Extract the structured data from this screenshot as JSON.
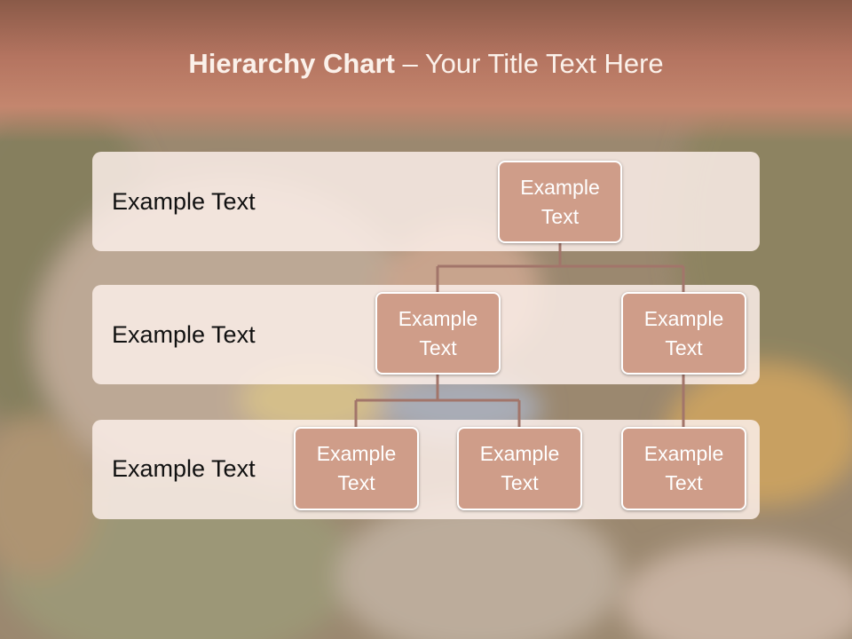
{
  "slide": {
    "title_bold": "Hierarchy Chart",
    "title_sep": " – ",
    "title_rest": "Your Title Text Here"
  },
  "levels": [
    {
      "label": "Example Text"
    },
    {
      "label": "Example Text"
    },
    {
      "label": "Example Text"
    }
  ],
  "nodes": {
    "root": "Example Text",
    "left": "Example Text",
    "right": "Example Text",
    "left_child_1": "Example Text",
    "left_child_2": "Example Text",
    "right_child_1": "Example Text"
  },
  "colors": {
    "header": "#b47460",
    "band": "#faeee8",
    "node_fill": "#cf9d89",
    "node_border": "#ffffff",
    "connector": "#a2756a"
  }
}
